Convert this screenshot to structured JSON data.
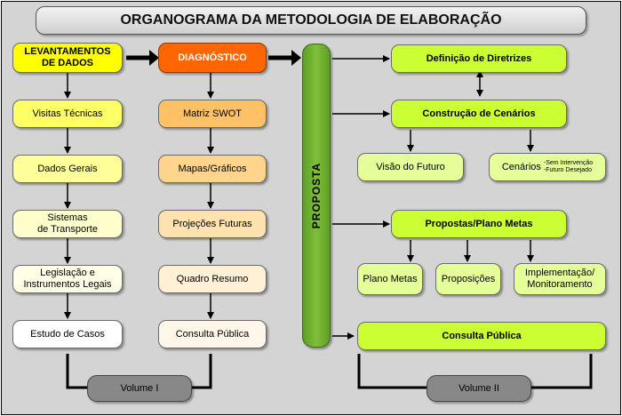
{
  "title": "ORGANOGRAMA DA METODOLOGIA DE ELABORAÇÃO",
  "column1": {
    "header": "LEVANTAMENTOS\nDE DADOS",
    "items": [
      "Visitas Técnicas",
      "Dados Gerais",
      "Sistemas\nde Transporte",
      "Legislação e\nInstrumentos Legais",
      "Estudo de Casos"
    ],
    "volume": "Volume I"
  },
  "column2": {
    "header": "DIAGNÓSTICO",
    "items": [
      "Matriz SWOT",
      "Mapas/Gráficos",
      "Projeções Futuras",
      "Quadro Resumo",
      "Consulta Pública"
    ]
  },
  "proposta": "PROPOSTA",
  "right": {
    "diretrizes": "Definição de Diretrizes",
    "cenarios": "Construção de Cenários",
    "visao": "Visão do Futuro",
    "cenarios_label": "Cenários",
    "cenarios_sub1": "-Sem Intervenção",
    "cenarios_sub2": "-Futuro Desejado",
    "propostas": "Propostas/Plano Metas",
    "plano": "Plano Metas",
    "proposicoes": "Proposições",
    "implementacao": "Implementação/\nMonitoramento",
    "consulta": "Consulta Pública",
    "volume": "Volume II"
  }
}
